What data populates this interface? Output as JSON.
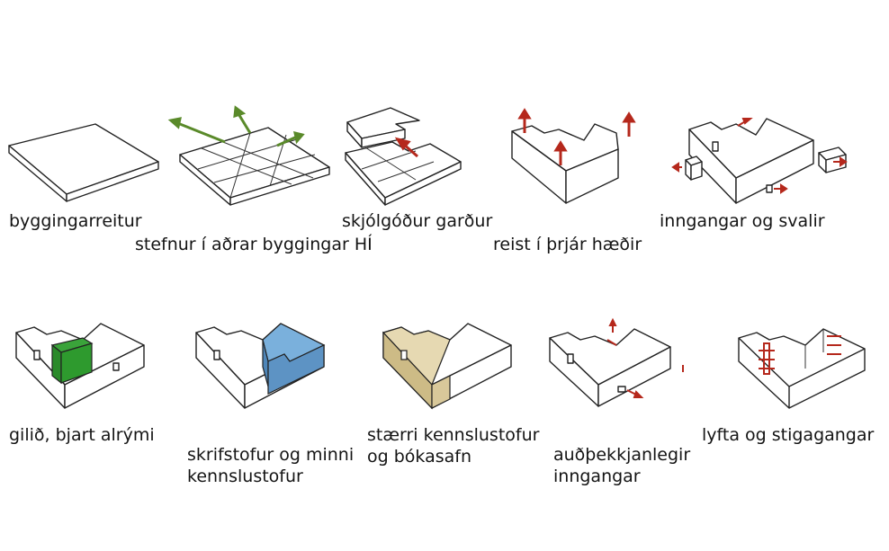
{
  "colors": {
    "green_arrow": "#5a8a2a",
    "red_arrow": "#b5281c",
    "green_volume": "#2e8b2e",
    "blue_volume": "#5d93c4",
    "tan_volume": "#d8c89a",
    "line": "#222222"
  },
  "steps": [
    {
      "id": "1",
      "label_lines": [
        "byggingarreitur"
      ]
    },
    {
      "id": "2",
      "label_lines": [
        "stefnur í aðrar byggingar HÍ"
      ]
    },
    {
      "id": "3",
      "label_lines": [
        "skjólgóður garður"
      ]
    },
    {
      "id": "4",
      "label_lines": [
        "reist í þrjár hæðir"
      ]
    },
    {
      "id": "5",
      "label_lines": [
        "inngangar og svalir"
      ]
    },
    {
      "id": "6",
      "label_lines": [
        "gilið, bjart alrými"
      ]
    },
    {
      "id": "7",
      "label_lines": [
        "skrifstofur og minni",
        "kennslustofur"
      ]
    },
    {
      "id": "8",
      "label_lines": [
        "stærri kennslustofur",
        "og bókasafn"
      ]
    },
    {
      "id": "9",
      "label_lines": [
        "auðþekkjanlegir",
        "inngangar"
      ]
    },
    {
      "id": "10",
      "label_lines": [
        "lyfta og stigagangar"
      ]
    }
  ]
}
